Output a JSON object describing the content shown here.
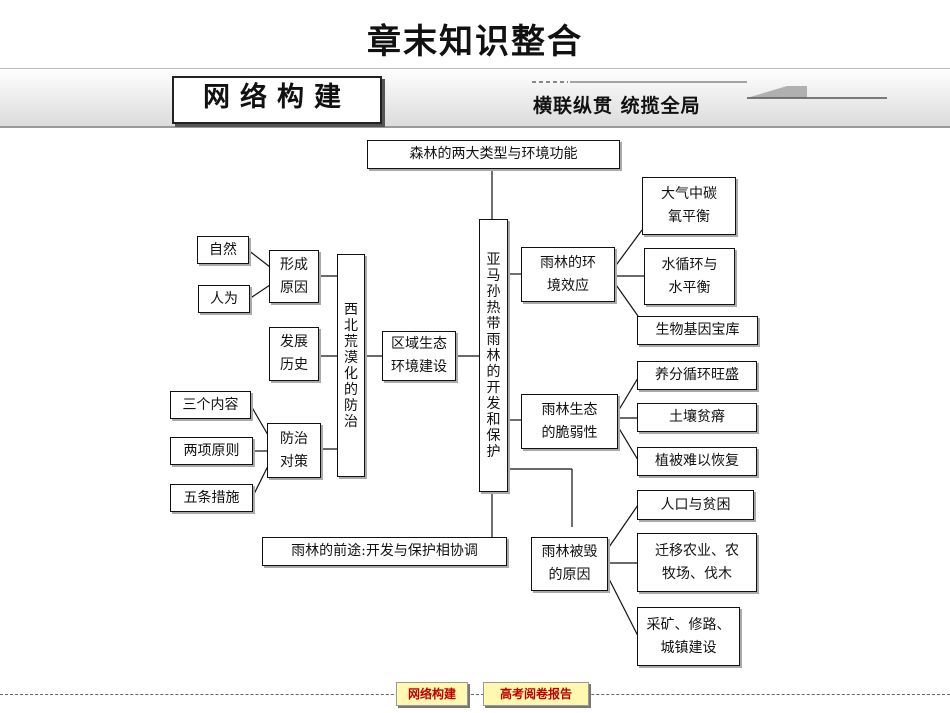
{
  "page_title": "章末知识整合",
  "header": {
    "section_title": "网络构建",
    "slogan": "横联纵贯  统揽全局"
  },
  "diagram": {
    "top": "森林的两大类型与环境功能",
    "bottom": "雨林的前途:开发与保护相协调",
    "amazon": "亚\n马\n孙\n热\n带\n雨\n林\n的\n开\n发\n和\n保\n护",
    "northwest": "西\n北\n荒\n漠\n化\n的\n防\n治",
    "regional": "区域生态\n环境建设",
    "formation": "形成\n原因",
    "natural": "自然",
    "human": "人为",
    "history": "发展\n历史",
    "countermeasures": "防治\n对策",
    "three_contents": "三个内容",
    "two_principles": "两项原则",
    "five_measures": "五条措施",
    "env_effect": "雨林的环\n境效应",
    "carbon_oxygen": "大气中碳\n氧平衡",
    "water_cycle": "水循环与\n水平衡",
    "gene_bank": "生物基因宝库",
    "fragility": "雨林生态\n的脆弱性",
    "nutrient_cycle": "养分循环旺盛",
    "soil_poor": "土壤贫瘠",
    "vegetation": "植被难以恢复",
    "destruction": "雨林被毁\n的原因",
    "population": "人口与贫困",
    "migration": "迁移农业、农\n牧场、伐木",
    "mining": "采矿、修路、\n城镇建设"
  },
  "footer": {
    "tab_network": "网络构建",
    "tab_report": "高考阅卷报告"
  }
}
